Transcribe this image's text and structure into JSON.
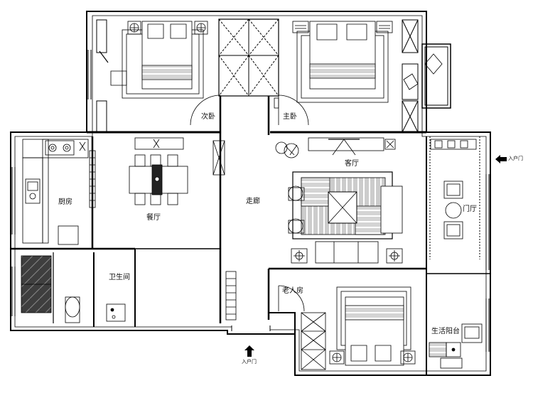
{
  "rooms": {
    "second_bedroom": "次卧",
    "master_bedroom": "主卧",
    "living_room": "客厅",
    "kitchen": "厨房",
    "dining_room": "餐厅",
    "corridor": "走廊",
    "foyer": "门厅",
    "bathroom": "卫生间",
    "elder_room": "老人房",
    "utility_balcony": "生活阳台"
  },
  "entrances": {
    "right_label": "入户门",
    "bottom_label": "入户门"
  },
  "icons": {
    "arrow_left": "arrow-left-icon",
    "arrow_up": "arrow-up-icon"
  },
  "colors": {
    "line": "#000000",
    "hatch": "#9a9a9a",
    "tile_dark": "#4a4a4a"
  }
}
